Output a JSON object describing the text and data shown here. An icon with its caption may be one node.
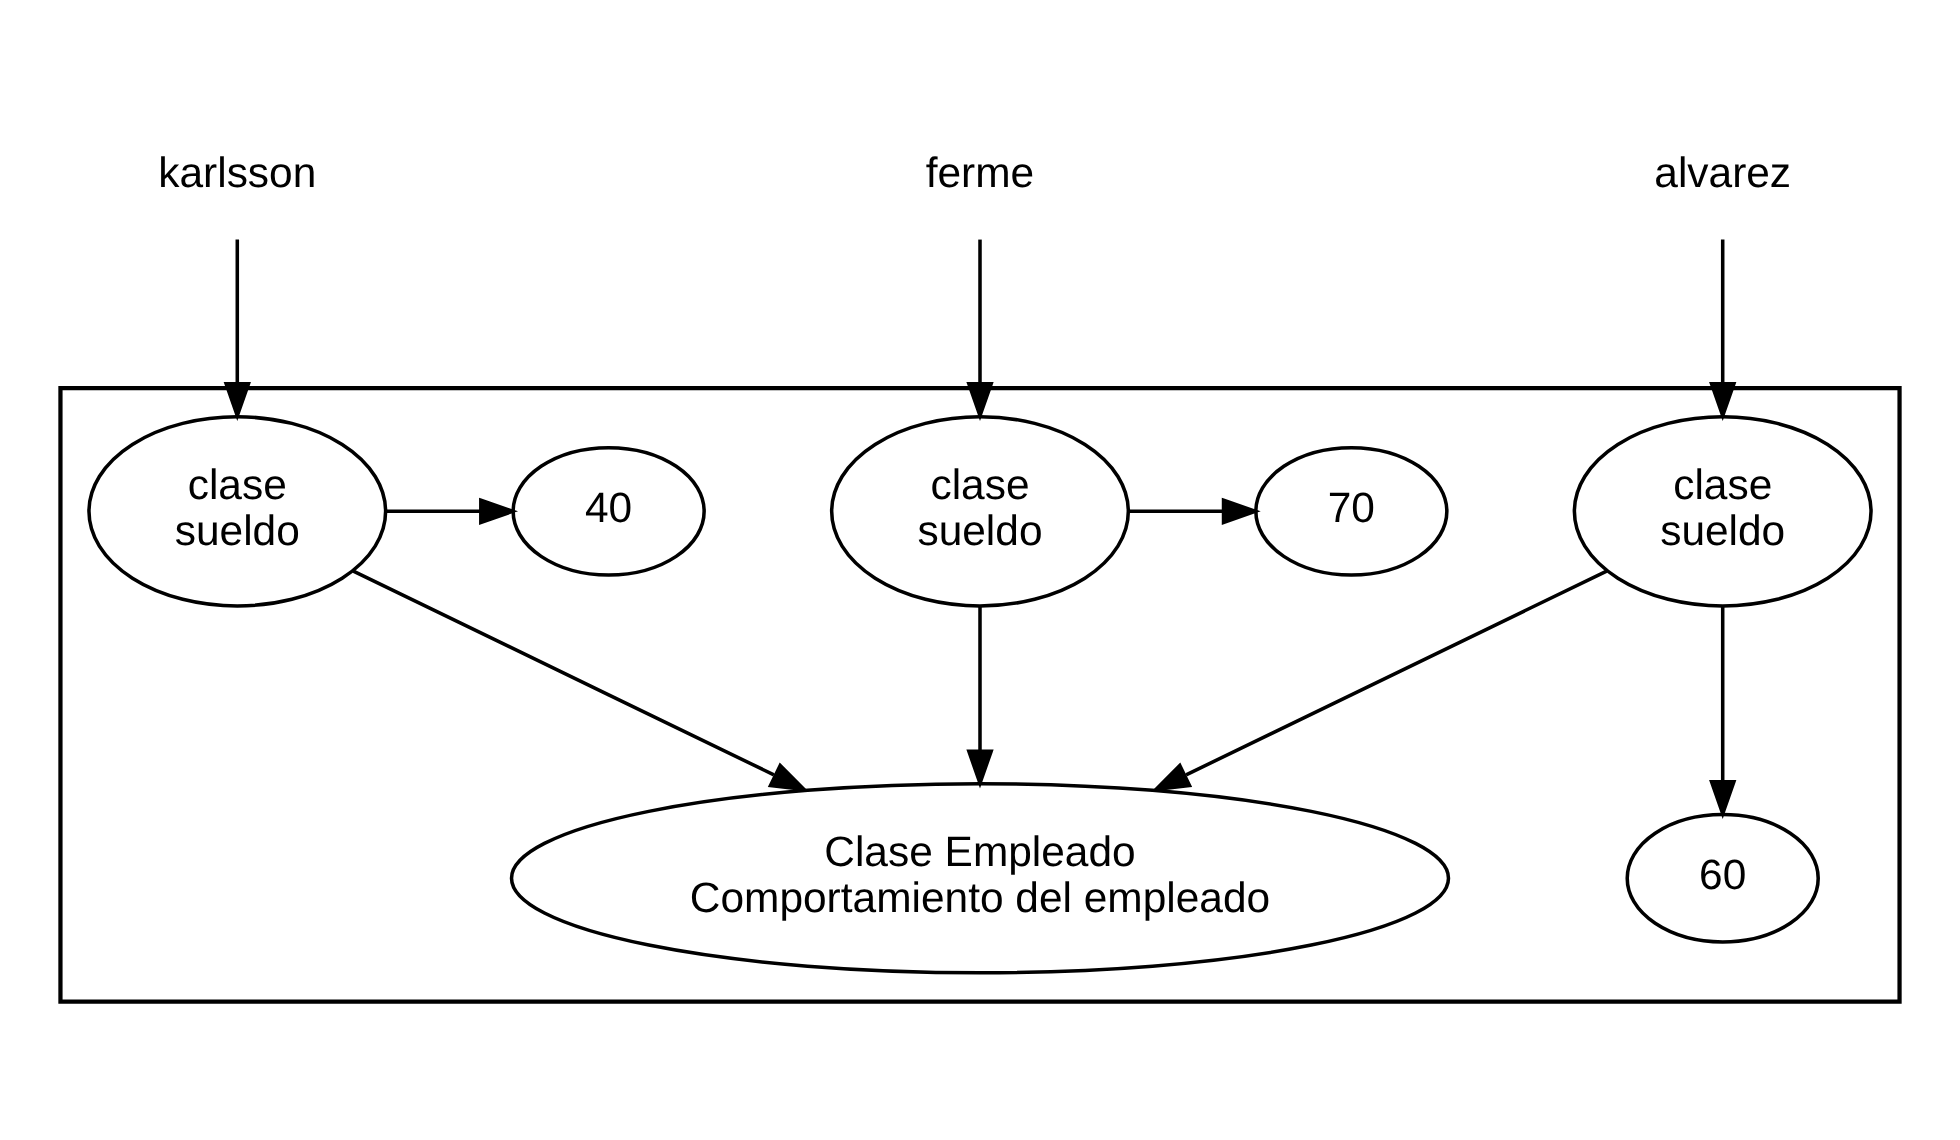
{
  "diagram": {
    "nodes": [
      {
        "text": [],
        "shape": "box"
      },
      {
        "text": [
          "karlsson"
        ]
      },
      {
        "text": [
          "ferme"
        ]
      },
      {
        "text": [
          "alvarez"
        ]
      },
      {
        "text": [
          "clase",
          "sueldo"
        ],
        "in": 0
      },
      {
        "text": [
          "clase",
          "sueldo"
        ],
        "in": 0
      },
      {
        "text": [
          "clase",
          "sueldo"
        ],
        "in": 0
      },
      {
        "text": [
          "40"
        ],
        "in": 0
      },
      {
        "text": [
          "70"
        ],
        "in": 0
      },
      {
        "text": [
          "60"
        ],
        "in": 0
      },
      {
        "text": [
          "Clase Empleado",
          "Comportamiento del empleado"
        ],
        "in": 0
      }
    ],
    "edges": [
      {
        "from": 1,
        "to": 4,
        "arrow": "to"
      },
      {
        "from": 2,
        "to": 5,
        "arrow": "to"
      },
      {
        "from": 3,
        "to": 6,
        "arrow": "to"
      },
      {
        "from": 4,
        "to": 7,
        "arrow": "to"
      },
      {
        "from": 5,
        "to": 8,
        "arrow": "to"
      },
      {
        "from": 6,
        "to": 9,
        "arrow": "to"
      },
      {
        "from": 4,
        "to": 10,
        "arrow": "to"
      },
      {
        "from": 5,
        "to": 10,
        "arrow": "to"
      },
      {
        "from": 6,
        "to": 10,
        "arrow": "to"
      }
    ]
  }
}
